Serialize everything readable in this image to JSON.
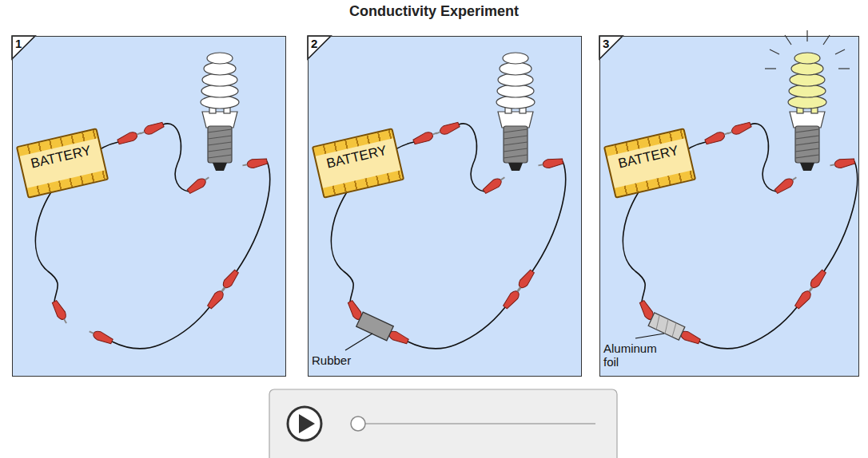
{
  "diagram": {
    "title": "Conductivity Experiment",
    "nodes": [
      {
        "text": [
          "1"
        ]
      },
      {
        "text": [
          "BATTERY"
        ],
        "in": 0
      },
      {
        "text": [
          "2"
        ]
      },
      {
        "text": [
          "BATTERY"
        ],
        "in": 2
      },
      {
        "text": [
          "3"
        ]
      },
      {
        "text": [
          "BATTERY"
        ],
        "in": 4
      }
    ],
    "labels": [
      "Rubber",
      "Aluminum foil"
    ]
  }
}
